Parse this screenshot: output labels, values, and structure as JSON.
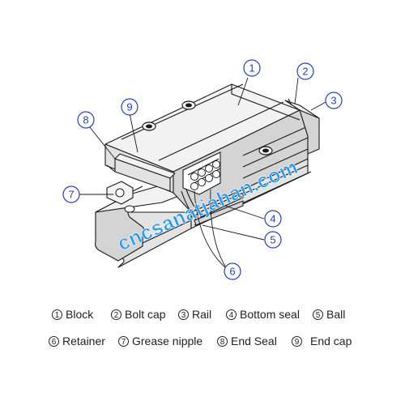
{
  "watermark": "cncsanatjahan.com",
  "callouts": [
    "1",
    "2",
    "3",
    "4",
    "5",
    "6",
    "7",
    "8",
    "9"
  ],
  "legend": [
    {
      "num": "1",
      "label": "Block"
    },
    {
      "num": "2",
      "label": "Bolt cap"
    },
    {
      "num": "3",
      "label": "Rail"
    },
    {
      "num": "4",
      "label": "Bottom seal"
    },
    {
      "num": "5",
      "label": "Ball"
    },
    {
      "num": "6",
      "label": "Retainer"
    },
    {
      "num": "7",
      "label": "Grease nipple"
    },
    {
      "num": "8",
      "label": "End Seal"
    },
    {
      "num": "9",
      "label": "End cap"
    }
  ]
}
